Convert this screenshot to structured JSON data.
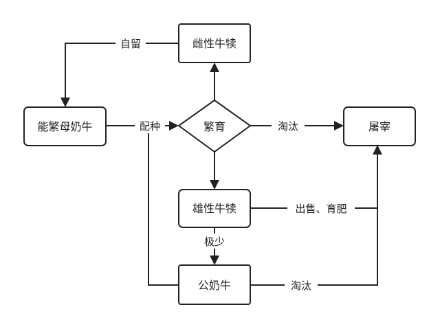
{
  "nodes": {
    "heifer": "雌性牛犊",
    "breeding_cow": "能繁母奶牛",
    "breeding": "繁育",
    "slaughter": "屠宰",
    "bull_calf": "雄性牛犊",
    "bull": "公奶牛"
  },
  "edges": {
    "keep": "自留",
    "mating": "配种",
    "cull_to_slaughter": "淘汰",
    "sell_fatten": "出售、育肥",
    "rarely": "极少",
    "bull_cull": "淘汰"
  }
}
